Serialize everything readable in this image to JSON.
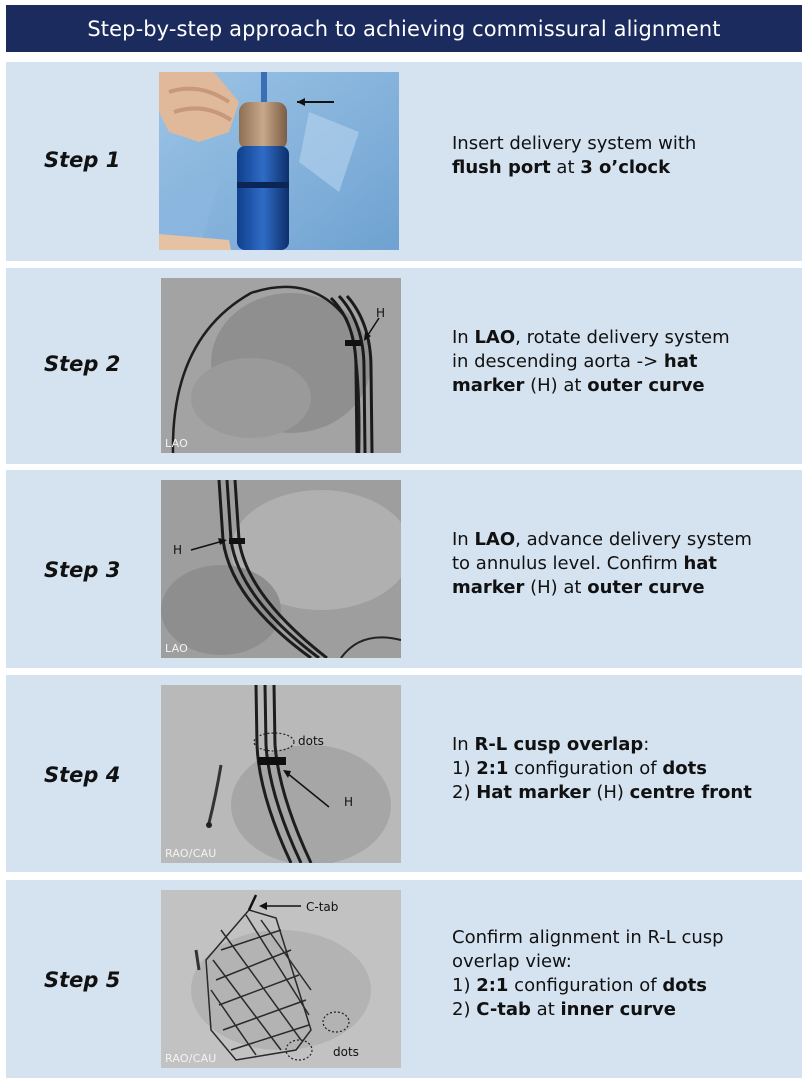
{
  "title": "Step-by-step approach to achieving commissural alignment",
  "steps": [
    {
      "label": "Step 1",
      "view": "",
      "text": [
        {
          "t": "Insert delivery system with",
          "b": false
        },
        {
          "br": true
        },
        {
          "t": "flush port",
          "b": true
        },
        {
          "t": " at ",
          "b": false
        },
        {
          "t": "3 o’clock",
          "b": true
        }
      ]
    },
    {
      "label": "Step 2",
      "view": "LAO",
      "annotations": [
        "H"
      ],
      "text": [
        {
          "t": "In ",
          "b": false
        },
        {
          "t": "LAO",
          "b": true
        },
        {
          "t": ", rotate delivery system",
          "b": false
        },
        {
          "br": true
        },
        {
          "t": "in descending aorta -> ",
          "b": false
        },
        {
          "t": "hat",
          "b": true
        },
        {
          "br": true
        },
        {
          "t": "marker",
          "b": true
        },
        {
          "t": " (H) at ",
          "b": false
        },
        {
          "t": "outer curve",
          "b": true
        }
      ]
    },
    {
      "label": "Step 3",
      "view": "LAO",
      "annotations": [
        "H"
      ],
      "text": [
        {
          "t": "In ",
          "b": false
        },
        {
          "t": "LAO",
          "b": true
        },
        {
          "t": ", advance delivery system",
          "b": false
        },
        {
          "br": true
        },
        {
          "t": "to annulus level. Confirm ",
          "b": false
        },
        {
          "t": "hat",
          "b": true
        },
        {
          "br": true
        },
        {
          "t": "marker",
          "b": true
        },
        {
          "t": " (H) at ",
          "b": false
        },
        {
          "t": "outer curve",
          "b": true
        }
      ]
    },
    {
      "label": "Step 4",
      "view": "RAO/CAU",
      "annotations": [
        "dots",
        "H"
      ],
      "text": [
        {
          "t": "In ",
          "b": false
        },
        {
          "t": "R-L cusp overlap",
          "b": true
        },
        {
          "t": ":",
          "b": false
        },
        {
          "br": true
        },
        {
          "t": "1) ",
          "b": false
        },
        {
          "t": "2:1",
          "b": true
        },
        {
          "t": " configuration of ",
          "b": false
        },
        {
          "t": "dots",
          "b": true
        },
        {
          "br": true
        },
        {
          "t": "2) ",
          "b": false
        },
        {
          "t": "Hat marker",
          "b": true
        },
        {
          "t": " (H) ",
          "b": false
        },
        {
          "t": "centre front",
          "b": true
        }
      ]
    },
    {
      "label": "Step 5",
      "view": "RAO/CAU",
      "annotations": [
        "C-tab",
        "dots"
      ],
      "text": [
        {
          "t": "Confirm alignment in R-L cusp",
          "b": false
        },
        {
          "br": true
        },
        {
          "t": "overlap view:",
          "b": false
        },
        {
          "br": true
        },
        {
          "t": "1) ",
          "b": false
        },
        {
          "t": "2:1",
          "b": true
        },
        {
          "t": " configuration of ",
          "b": false
        },
        {
          "t": "dots",
          "b": true
        },
        {
          "br": true
        },
        {
          "t": "2) ",
          "b": false
        },
        {
          "t": "C-tab",
          "b": true
        },
        {
          "t": " at ",
          "b": false
        },
        {
          "t": "inner curve",
          "b": true
        }
      ]
    }
  ]
}
